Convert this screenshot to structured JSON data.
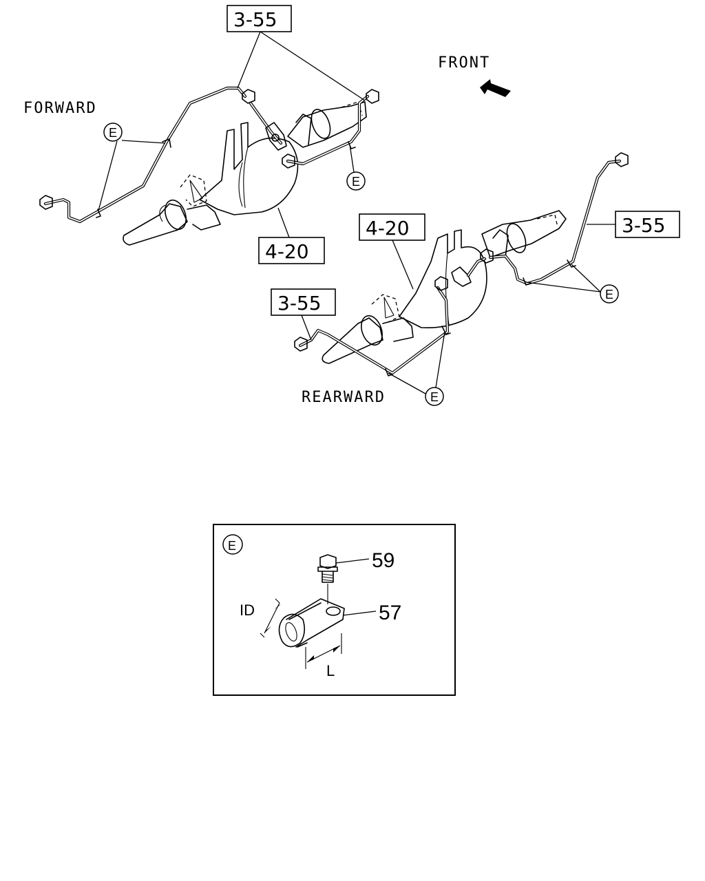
{
  "labels": {
    "front": "FRONT",
    "forward": "FORWARD",
    "rearward": "REARWARD"
  },
  "refs": {
    "pipe_ref": "3-55",
    "axle_ref": "4-20"
  },
  "callout": {
    "clip_letter": "E"
  },
  "detail": {
    "letter": "E",
    "bolt_number": "59",
    "clip_number": "57",
    "id_label": "ID",
    "length_label": "L"
  }
}
